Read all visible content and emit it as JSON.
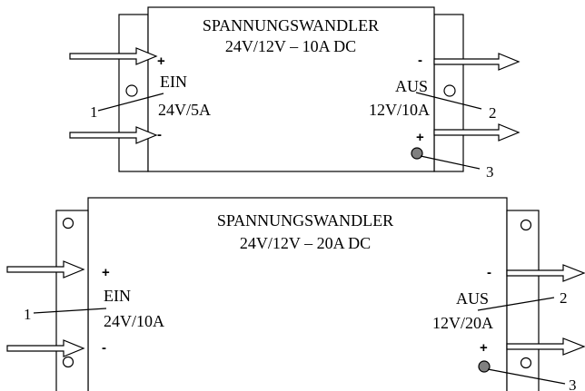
{
  "colors": {
    "stroke": "#000000",
    "background": "#ffffff",
    "led": "#808080"
  },
  "converters": [
    {
      "title_line1": "SPANNUNGSWANDLER",
      "title_line2": "24V/12V – 10A DC",
      "input_plus": "+",
      "input_minus": "-",
      "input_label": "EIN",
      "input_rating": "24V/5A",
      "output_minus": "-",
      "output_plus": "+",
      "output_label": "AUS",
      "output_rating": "12V/10A",
      "callout_1": "1",
      "callout_2": "2",
      "callout_3": "3"
    },
    {
      "title_line1": "SPANNUNGSWANDLER",
      "title_line2": "24V/12V – 20A DC",
      "input_plus": "+",
      "input_minus": "-",
      "input_label": "EIN",
      "input_rating": "24V/10A",
      "output_minus": "-",
      "output_plus": "+",
      "output_label": "AUS",
      "output_rating": "12V/20A",
      "callout_1": "1",
      "callout_2": "2",
      "callout_3": "3"
    }
  ]
}
